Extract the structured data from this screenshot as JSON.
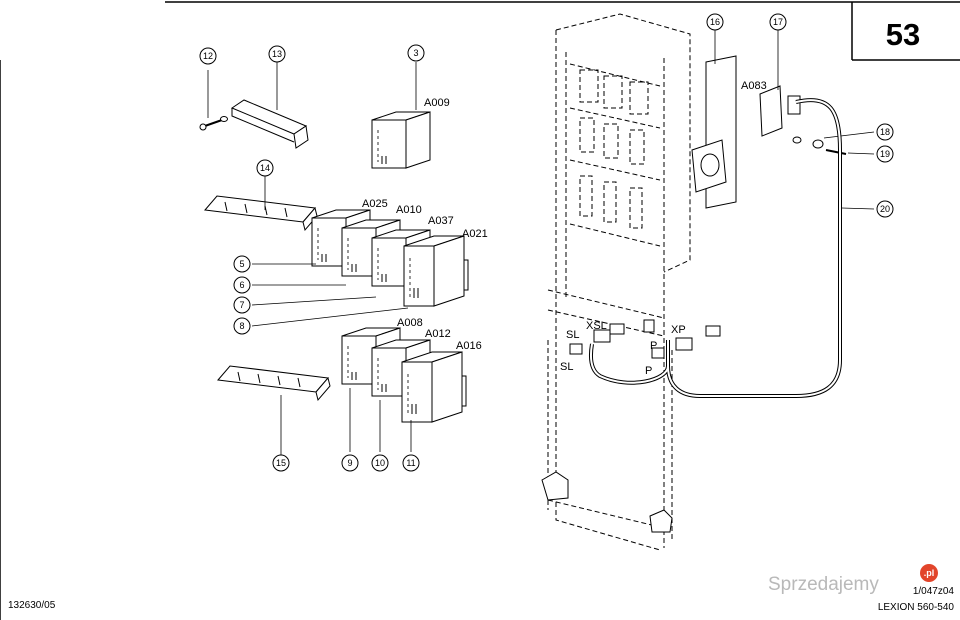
{
  "page": {
    "number": "53"
  },
  "footer": {
    "left_code": "132630/05",
    "drawing_code": "1/047z04",
    "model": "LEXION 560-540"
  },
  "watermark": {
    "brand": "Sprzedajemy",
    "badge": ".pl",
    "badge_color": "#e2452b"
  },
  "callouts": [
    "3",
    "5",
    "6",
    "7",
    "8",
    "9",
    "10",
    "11",
    "12",
    "13",
    "14",
    "15",
    "16",
    "17",
    "18",
    "19",
    "20"
  ],
  "module_codes": {
    "a009": "A009",
    "a025": "A025",
    "a010": "A010",
    "a037": "A037",
    "a021": "A021",
    "a008": "A008",
    "a012": "A012",
    "a016": "A016",
    "a083": "A083"
  },
  "connector_labels": {
    "sl_top": "SL",
    "xsl": "XSL",
    "xp": "XP",
    "p_top": "P",
    "sl_bottom": "SL",
    "p_bottom": "P"
  }
}
